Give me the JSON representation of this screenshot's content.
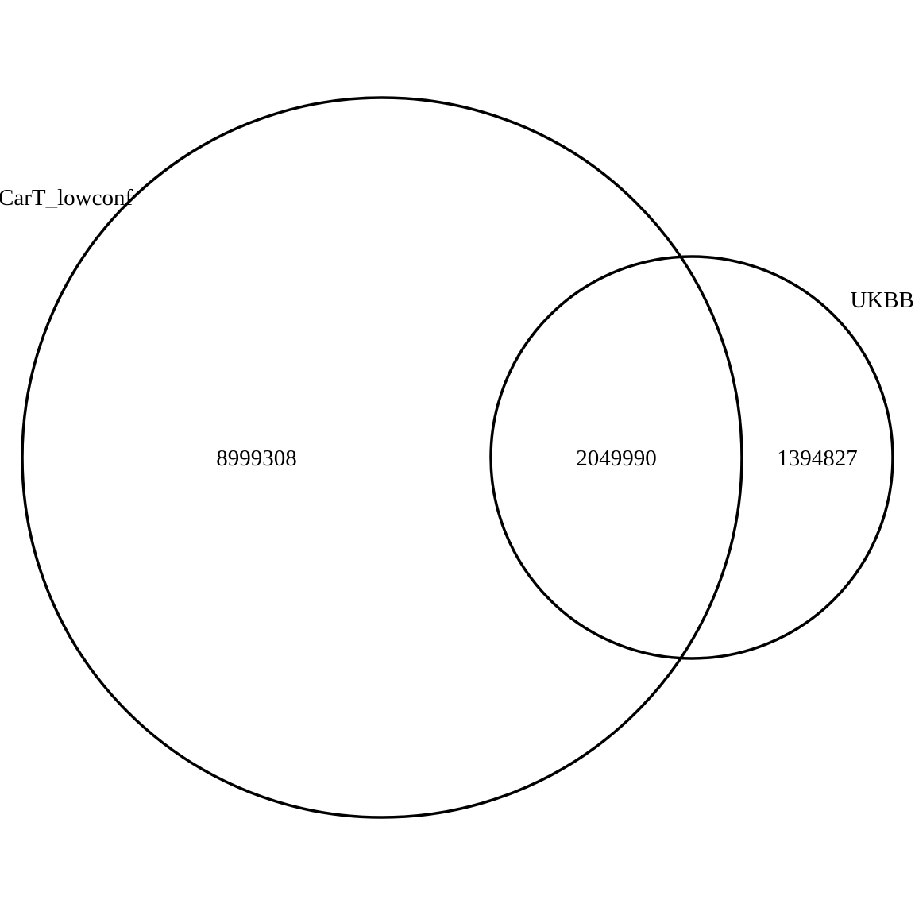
{
  "venn": {
    "sets": [
      {
        "label": "CarT_lowconf",
        "only_count": "8999308"
      },
      {
        "label": "UKBB",
        "only_count": "1394827"
      }
    ],
    "intersection_count": "2049990",
    "stroke_color": "#000000"
  }
}
